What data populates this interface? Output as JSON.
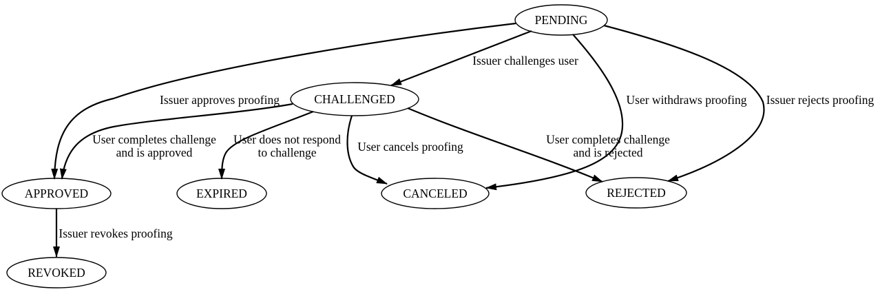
{
  "diagram": {
    "type": "state-machine",
    "colors": {
      "background": "#ffffff",
      "stroke": "#000000",
      "text": "#000000"
    },
    "nodes": [
      {
        "id": "PENDING",
        "label": "PENDING"
      },
      {
        "id": "CHALLENGED",
        "label": "CHALLENGED"
      },
      {
        "id": "APPROVED",
        "label": "APPROVED"
      },
      {
        "id": "EXPIRED",
        "label": "EXPIRED"
      },
      {
        "id": "CANCELED",
        "label": "CANCELED"
      },
      {
        "id": "REJECTED",
        "label": "REJECTED"
      },
      {
        "id": "REVOKED",
        "label": "REVOKED"
      }
    ],
    "edges": [
      {
        "from": "PENDING",
        "to": "CHALLENGED",
        "label_lines": [
          "Issuer challenges user"
        ]
      },
      {
        "from": "PENDING",
        "to": "APPROVED",
        "label_lines": [
          "Issuer approves proofing"
        ]
      },
      {
        "from": "PENDING",
        "to": "CANCELED",
        "label_lines": [
          "User withdraws proofing"
        ]
      },
      {
        "from": "PENDING",
        "to": "REJECTED",
        "label_lines": [
          "Issuer rejects proofing"
        ]
      },
      {
        "from": "CHALLENGED",
        "to": "APPROVED",
        "label_lines": [
          "User completes challenge",
          "and is approved"
        ]
      },
      {
        "from": "CHALLENGED",
        "to": "EXPIRED",
        "label_lines": [
          "User does not respond",
          "to challenge"
        ]
      },
      {
        "from": "CHALLENGED",
        "to": "CANCELED",
        "label_lines": [
          "User cancels proofing"
        ]
      },
      {
        "from": "CHALLENGED",
        "to": "REJECTED",
        "label_lines": [
          "User completes challenge",
          "and is rejected"
        ]
      },
      {
        "from": "APPROVED",
        "to": "REVOKED",
        "label_lines": [
          "Issuer revokes proofing"
        ]
      }
    ]
  }
}
